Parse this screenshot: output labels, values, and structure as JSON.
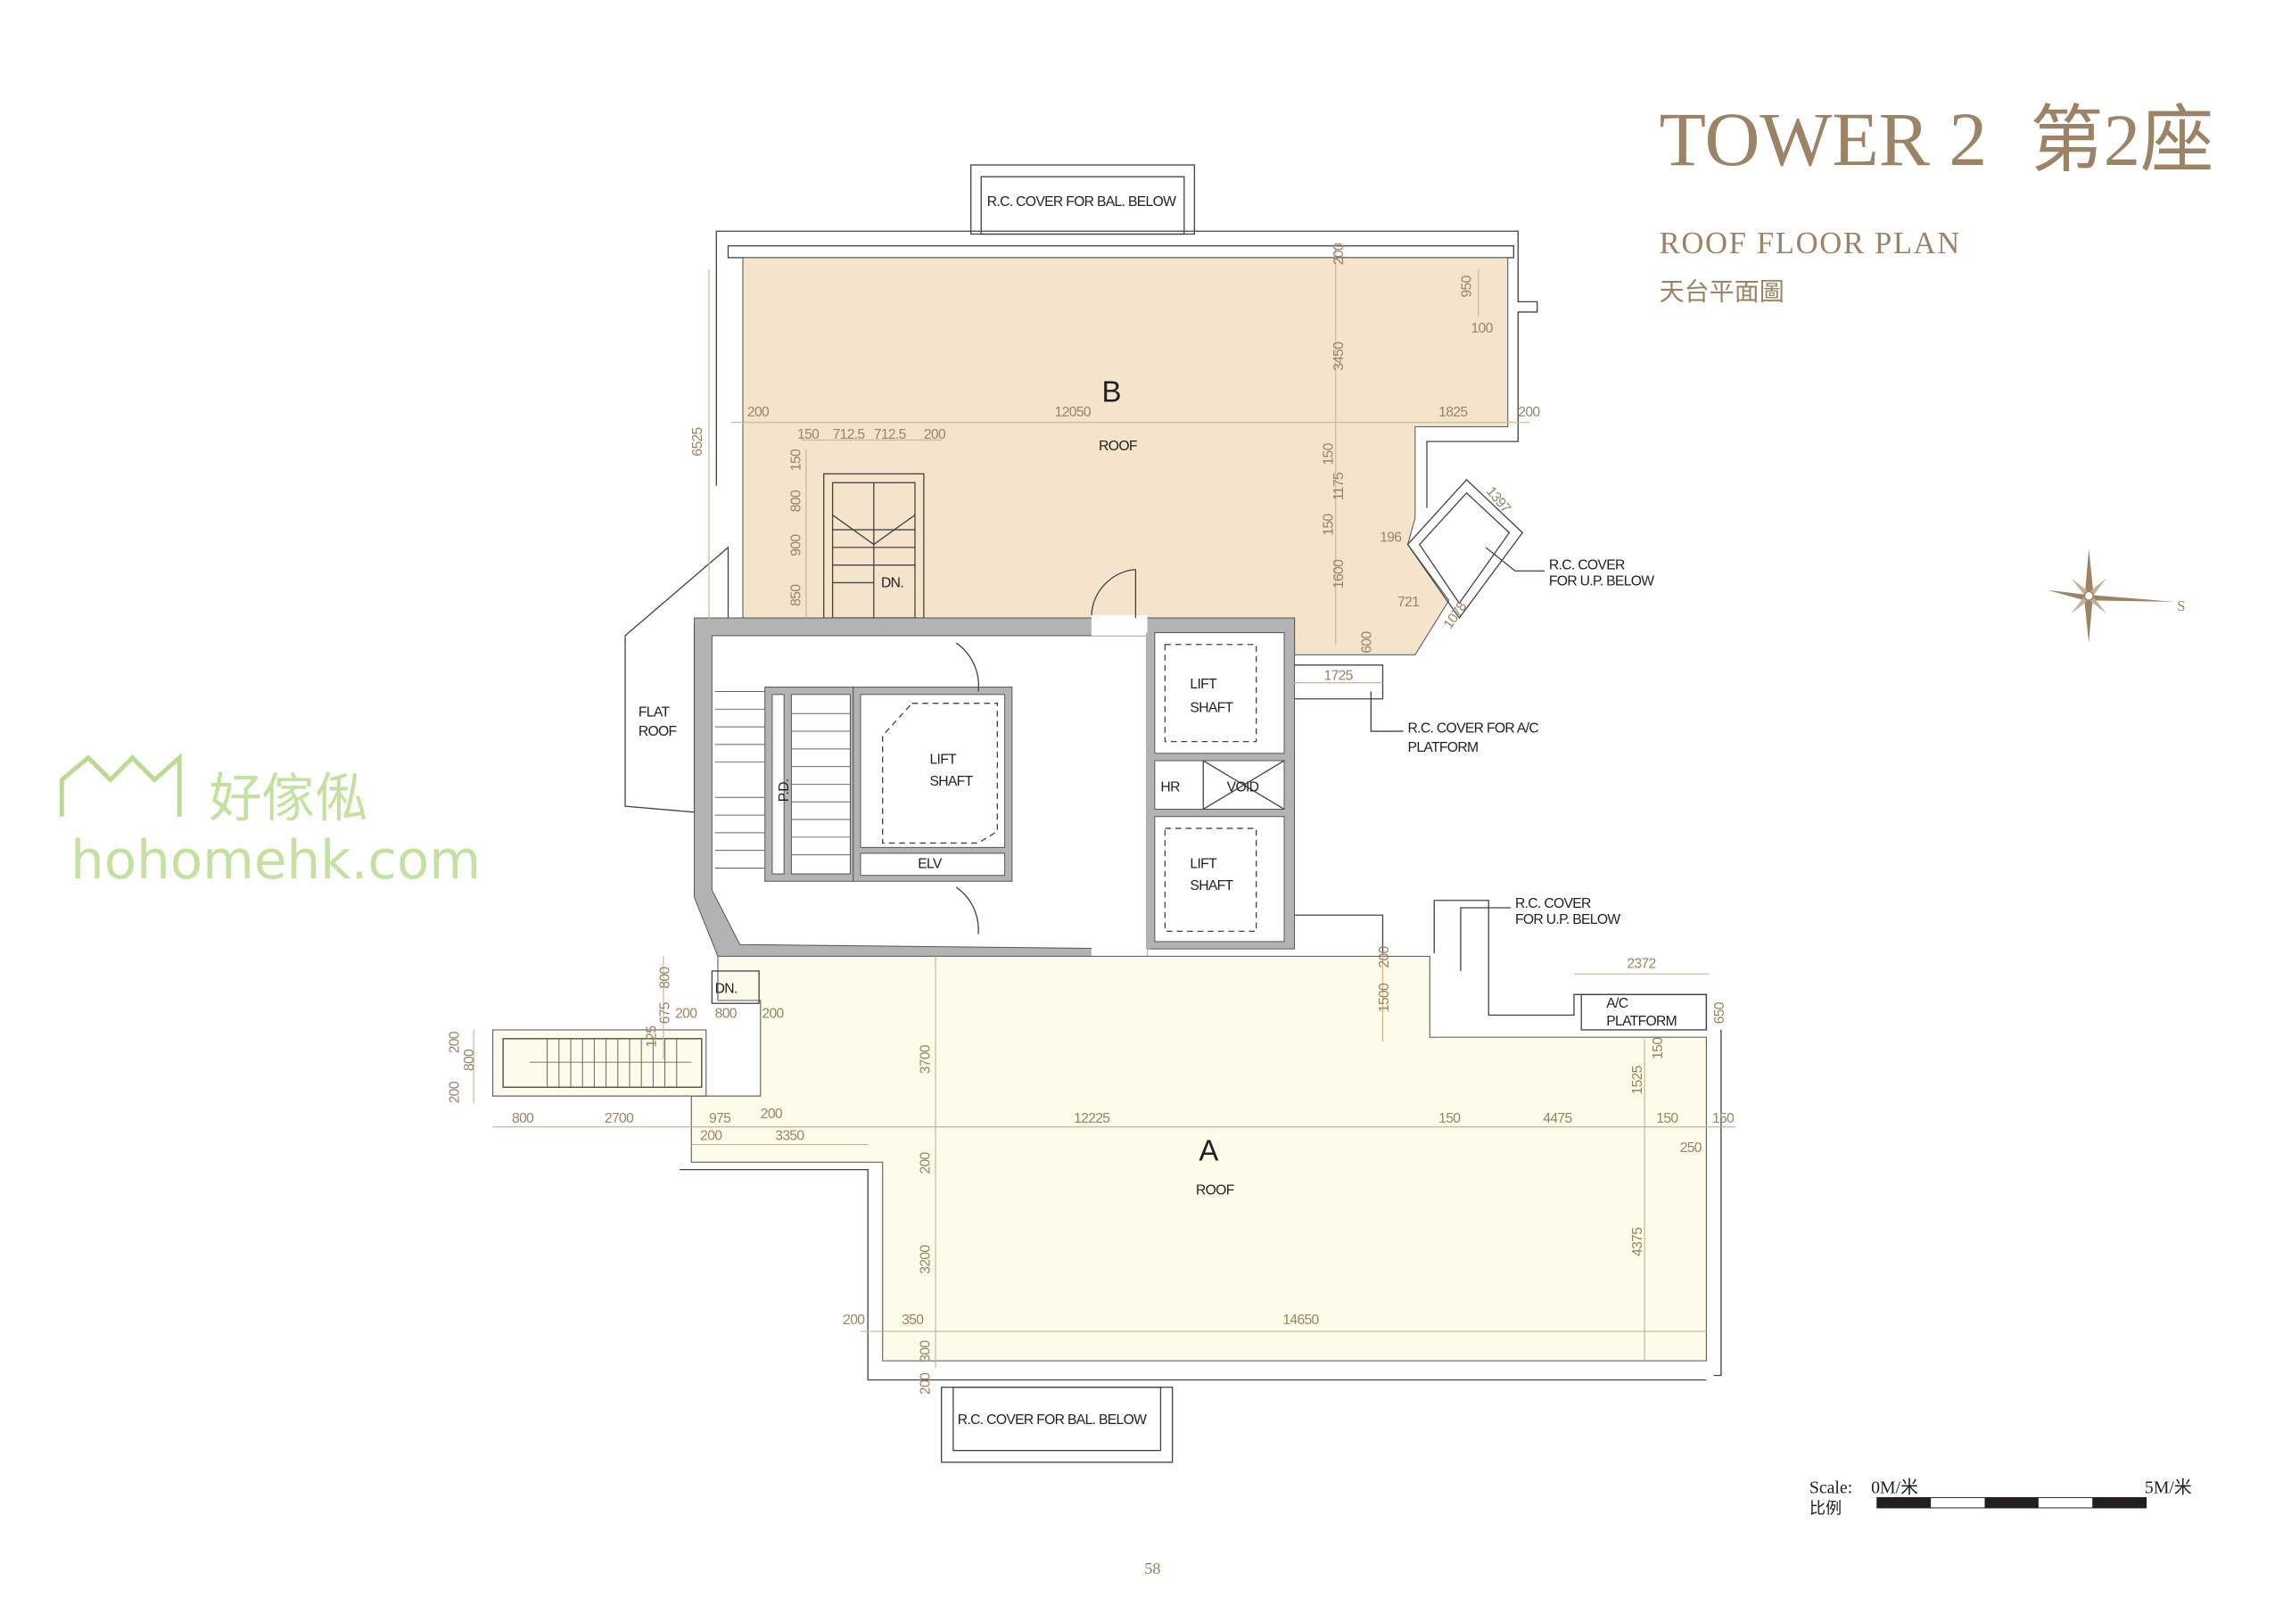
{
  "title": {
    "tower": "TOWER 2",
    "tower_zh": "第2座",
    "subtitle": "ROOF FLOOR PLAN",
    "subtitle_zh": "天台平面圖"
  },
  "rooms": {
    "b_letter": "B",
    "b_roof": "ROOF",
    "a_letter": "A",
    "a_roof": "ROOF",
    "bal_top": "R.C. COVER FOR BAL. BELOW",
    "bal_bottom": "R.C. COVER FOR BAL. BELOW",
    "dn_top": "DN.",
    "dn_bottom": "DN.",
    "flat_roof_1": "FLAT",
    "flat_roof_2": "ROOF",
    "lift1_1": "LIFT",
    "lift1_2": "SHAFT",
    "lift2_1": "LIFT",
    "lift2_2": "SHAFT",
    "lift3_1": "LIFT",
    "lift3_2": "SHAFT",
    "pd": "P.D.",
    "elv": "ELV",
    "hr": "HR",
    "void": "VOID",
    "up_cover_1_a": "R.C. COVER",
    "up_cover_1_b": "FOR U.P. BELOW",
    "up_cover_2_a": "R.C. COVER",
    "up_cover_2_b": "FOR U.P. BELOW",
    "ac_cover_a": "R.C. COVER FOR A/C",
    "ac_cover_b": "PLATFORM",
    "ac_plat_a": "A/C",
    "ac_plat_b": "PLATFORM"
  },
  "dims": [
    "200",
    "12050",
    "1825",
    "200",
    "150",
    "712.5",
    "712.5",
    "200",
    "200",
    "950",
    "100",
    "3450",
    "6525",
    "150",
    "800",
    "900",
    "850",
    "150",
    "1175",
    "150",
    "1600",
    "600",
    "196",
    "721",
    "1397",
    "1078",
    "1725",
    "800",
    "675",
    "125",
    "200",
    "800",
    "200",
    "200",
    "800",
    "200",
    "800",
    "2700",
    "975",
    "200",
    "200",
    "3350",
    "12225",
    "150",
    "4475",
    "150",
    "150",
    "250",
    "3700",
    "200",
    "3200",
    "300",
    "200",
    "1500",
    "200",
    "2372",
    "650",
    "1525",
    "150",
    "4375",
    "200",
    "350",
    "14650"
  ],
  "watermark": {
    "zh": "好傢俬",
    "en": "hohomehk.com"
  },
  "compass": {
    "label": "S"
  },
  "scale": {
    "label": "Scale:",
    "label_zh": "比例",
    "start": "0M/米",
    "end": "5M/米"
  },
  "page_number": "58",
  "colors": {
    "roof_b": "#f3e4cb",
    "roof_a": "#fdfbe9",
    "wall": "#b3b3b3",
    "accent": "#9c8366"
  }
}
